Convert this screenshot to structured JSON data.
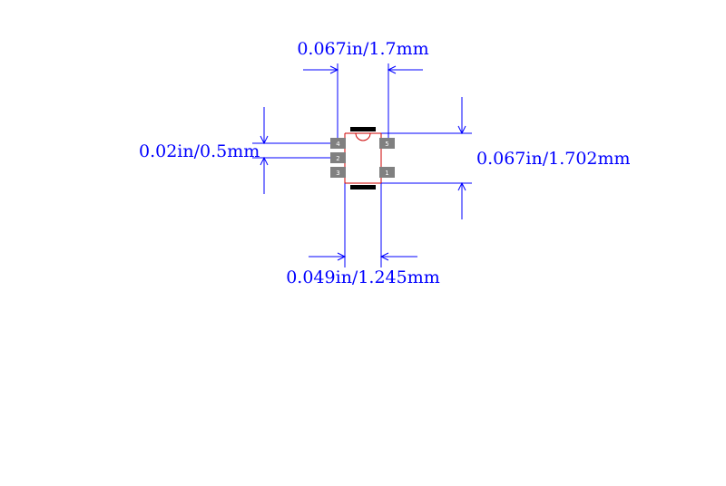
{
  "colors": {
    "dimension": "#0000ff",
    "outline": "#cc0000",
    "pad": "#808080",
    "pad_label": "#ffffff",
    "marker": "#000000",
    "background": "#ffffff"
  },
  "dimensions": {
    "top": "0.067in/1.7mm",
    "left": "0.02in/0.5mm",
    "right": "0.067in/1.702mm",
    "bottom": "0.049in/1.245mm"
  },
  "pads": {
    "pad1": "1",
    "pad2": "2",
    "pad3": "3",
    "pad4": "4",
    "pad5": "5"
  }
}
